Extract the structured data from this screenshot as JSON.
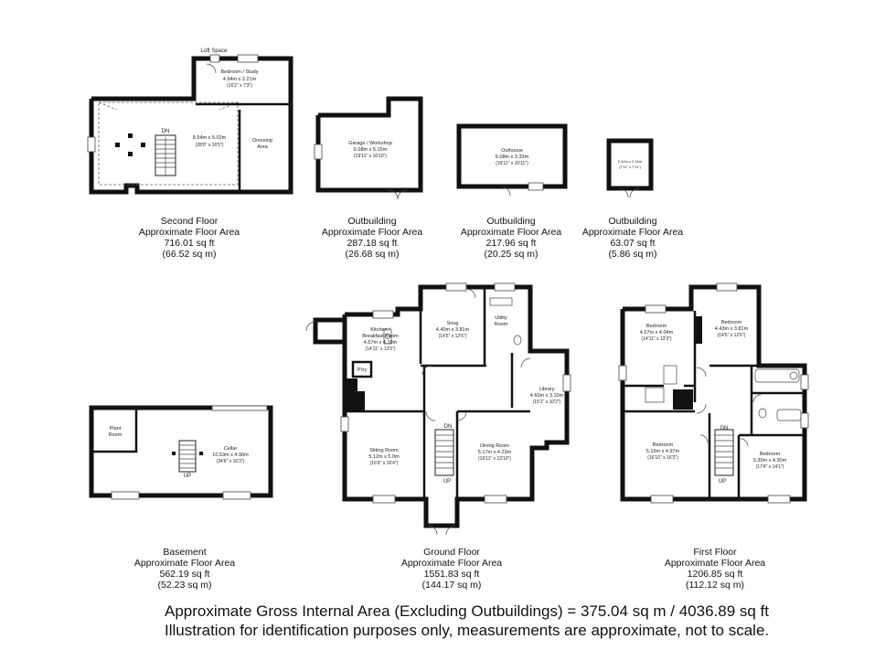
{
  "floors": {
    "second": {
      "loft_label": "Loft Space",
      "bedroom_study": {
        "name": "Bedroom / Study",
        "metric": "4.94m x 2.21m",
        "imperial": "(16'2\" x 7'3\")"
      },
      "main_room": {
        "metric": "8.54m x 5.02m",
        "imperial": "(28'0\" x 16'5\")"
      },
      "dressing": {
        "line1": "Dressing",
        "line2": "Area"
      },
      "stair_label": "DN",
      "caption": {
        "name": "Second Floor",
        "label": "Approximate Floor Area",
        "sqft": "716.01 sq ft",
        "sqm": "(66.52 sq m)"
      }
    },
    "garage": {
      "room": {
        "name": "Garage / Workshop",
        "metric": "6.08m x 5.15m",
        "imperial": "(19'11\" x 16'10\")"
      },
      "caption": {
        "name": "Outbuilding",
        "label": "Approximate Floor Area",
        "sqft": "287.18 sq ft",
        "sqm": "(26.68 sq m)"
      }
    },
    "outhouse": {
      "room": {
        "name": "Outhouse",
        "metric": "6.08m x 3.33m",
        "imperial": "(19'11\" x 10'11\")"
      },
      "caption": {
        "name": "Outbuilding",
        "label": "Approximate Floor Area",
        "sqft": "217.96 sq ft",
        "sqm": "(20.25 sq m)"
      }
    },
    "shed": {
      "room": {
        "metric": "2.42m x 2.42m",
        "imperial": "(7'11\" x 7'11\")"
      },
      "caption": {
        "name": "Outbuilding",
        "label": "Approximate Floor Area",
        "sqft": "63.07 sq ft",
        "sqm": "(5.86 sq m)"
      }
    },
    "basement": {
      "plant_room": {
        "line1": "Plant",
        "line2": "Room"
      },
      "cellar": {
        "name": "Cellar",
        "metric": "10.53m x 4.96m",
        "imperial": "(34'6\" x 16'3\")"
      },
      "stair_label": "UP",
      "caption": {
        "name": "Basement",
        "label": "Approximate Floor Area",
        "sqft": "562.19 sq ft",
        "sqm": "(52.23 sq m)"
      }
    },
    "ground": {
      "kitchen": {
        "line1": "Kitchen /",
        "line2": "Breakfast Room",
        "metric": "4.57m x 4.10m",
        "imperial": "(14'11\" x 13'5\")"
      },
      "snug": {
        "name": "Snug",
        "metric": "4.40m x 3.81m",
        "imperial": "(14'5\" x 12'6\")"
      },
      "utility": {
        "line1": "Utility",
        "line2": "Room"
      },
      "pantry": "P'try",
      "library": {
        "name": "Library",
        "metric": "4.60m x 3.10m",
        "imperial": "(15'1\" x 10'2\")"
      },
      "sitting": {
        "name": "Sitting Room",
        "metric": "5.12m x 5.0m",
        "imperial": "(16'9\" x 16'4\")"
      },
      "dining": {
        "name": "Dining Room",
        "metric": "5.17m x 4.23m",
        "imperial": "(16'11\" x 13'10\")"
      },
      "stair_dn": "DN",
      "stair_up": "UP",
      "caption": {
        "name": "Ground Floor",
        "label": "Approximate Floor Area",
        "sqft": "1551.83 sq ft",
        "sqm": "(144.17 sq m)"
      }
    },
    "first": {
      "bed1": {
        "name": "Bedroom",
        "metric": "4.57m x 4.04m",
        "imperial": "(14'11\" x 13'3\")"
      },
      "bed2": {
        "name": "Bedroom",
        "metric": "4.43m x 3.81m",
        "imperial": "(14'6\" x 12'6\")"
      },
      "bed3": {
        "name": "Bedroom",
        "metric": "5.15m x 4.97m",
        "imperial": "(16'10\" x 16'3\")"
      },
      "bed4": {
        "name": "Bedroom",
        "metric": "5.30m x 4.30m",
        "imperial": "(17'4\" x 14'1\")"
      },
      "stair_dn": "DN",
      "stair_up": "UP",
      "caption": {
        "name": "First Floor",
        "label": "Approximate Floor Area",
        "sqft": "1206.85 sq ft",
        "sqm": "(112.12 sq m)"
      }
    }
  },
  "footer": {
    "line1": "Approximate Gross Internal Area (Excluding Outbuildings) = 375.04 sq m / 4036.89 sq ft",
    "line2": "Illustration for identification purposes only, measurements are approximate, not to scale."
  }
}
